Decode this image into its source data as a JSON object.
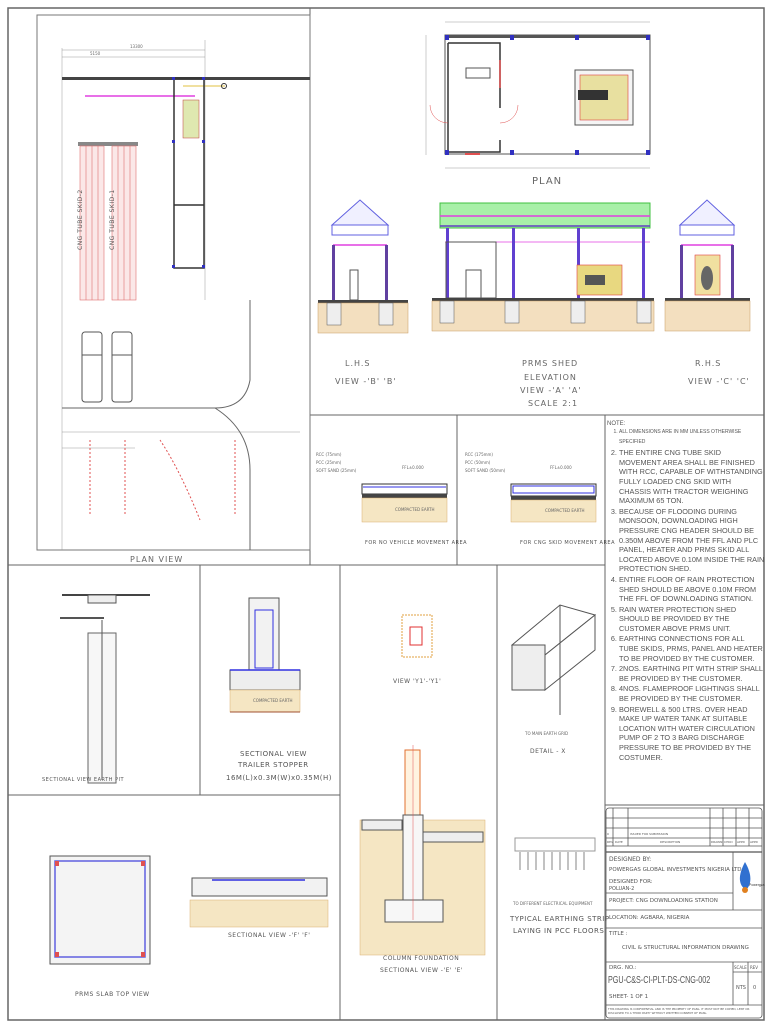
{
  "plan_view": {
    "title": "PLAN VIEW",
    "skid_2": "CNG TUBE SKID-2",
    "skid_1": "CNG TUBE SKID-1"
  },
  "plan": {
    "title": "PLAN"
  },
  "elevations": {
    "lhs_title": "L.H.S",
    "lhs_view": "VIEW -'B' 'B'",
    "prms_title": "PRMS SHED",
    "prms_sub": "ELEVATION",
    "prms_view": "VIEW -'A' 'A'",
    "prms_scale": "SCALE 2:1",
    "rhs_title": "R.H.S",
    "rhs_view": "VIEW -'C' 'C'"
  },
  "floor_sections": {
    "left": {
      "layers": [
        "RCC (75mm)",
        "PCC (25mm)",
        "SOFT SAND (25mm)"
      ],
      "ffl": "FFL±0.000",
      "earth": "COMPACTED EARTH",
      "caption": "FOR NO VEHICLE MOVEMENT AREA"
    },
    "right": {
      "layers": [
        "RCC (175mm)",
        "PCC (50mm)",
        "SOFT SAND (50mm)"
      ],
      "ffl": "FFL±0.000",
      "earth": "COMPACTED EARTH",
      "caption": "FOR CNG SKID MOVEMENT AREA"
    }
  },
  "details": {
    "earth_pit": "SECTIONAL VIEW EARTH PIT",
    "stopper_1": "SECTIONAL VIEW",
    "stopper_2": "TRAILER STOPPER",
    "stopper_3": "16M(L)x0.3M(W)x0.35M(H)",
    "stopper_earth": "COMPACTED EARTH",
    "view_y1": "VIEW 'Y1'-'Y1'",
    "detail_x": "DETAIL - X",
    "main_earth": "TO MAIN EARTH GRID",
    "column_1": "COLUMN FOUNDATION",
    "column_2": "SECTIONAL VIEW -'E' 'E'",
    "strip_note": "TO DIFFERENT ELECTRICAL EQUIPMENT",
    "strip_1": "TYPICAL EARTHING STRIP",
    "strip_2": "LAYING IN PCC FLOORS",
    "slab_top": "PRMS SLAB TOP VIEW",
    "slab_section": "SECTIONAL VIEW -'F' 'F'"
  },
  "notes": {
    "heading": "NOTE:",
    "items": [
      "ALL DIMENSIONS ARE IN MM UNLESS OTHERWISE SPECIFIED",
      "THE ENTIRE CNG TUBE SKID MOVEMENT AREA SHALL BE FINISHED WITH RCC, CAPABLE OF WITHSTANDING FULLY LOADED CNG SKID WITH CHASSIS WITH TRACTOR WEIGHING MAXIMUM 65 TON.",
      "BECAUSE OF FLOODING DURING MONSOON, DOWNLOADING HIGH PRESSURE CNG HEADER SHOULD BE 0.350M ABOVE FROM THE FFL AND PLC PANEL, HEATER AND PRMS SKID ALL LOCATED ABOVE 0.10M INSIDE THE RAIN PROTECTION SHED.",
      "ENTIRE FLOOR OF RAIN PROTECTION SHED SHOULD BE ABOVE 0.10M FROM THE FFL OF DOWNLOADING STATION.",
      "RAIN WATER PROTECTION SHED SHOULD BE PROVIDED BY THE CUSTOMER ABOVE PRMS UNIT.",
      "EARTHING CONNECTIONS FOR ALL TUBE SKIDS, PRMS, PANEL AND HEATER TO BE PROVIDED BY THE CUSTOMER.",
      "2NOS. EARTHING PIT WITH STRIP SHALL BE PROVIDED BY THE CUSTOMER.",
      "4NOS. FLAMEPROOF LIGHTINGS SHALL BE PROVIDED BY THE CUSTOMER.",
      "BOREWELL & 500 Ltrs. OVER HEAD MAKE UP WATER TANK AT SUITABLE LOCATION WITH WATER CIRCULATION PUMP OF 2 TO 3 BARG DISCHARGE PRESSURE TO BE PROVIDED BY THE COSTUMER."
    ]
  },
  "title_block": {
    "revision": {
      "rev": "0",
      "description": "ISSUED FOR SUBMISSION"
    },
    "rev_headers": [
      "REV",
      "DATE",
      "DESCRIPTION",
      "DRAWN",
      "CHKD",
      "APPD",
      "APPD"
    ],
    "designed_by_label": "DESIGNED BY:",
    "designed_by": "POWERGAS GLOBAL INVESTMENTS NIGERIA LTD.",
    "designed_for_label": "DESIGNED FOR:",
    "designed_for": "POLUAN-2",
    "project": "PROJECT: CNG DOWNLOADING STATION",
    "location": "LOCATION: AGBARA, NIGERIA",
    "title_label": "TITLE :",
    "title": "CIVIL & STRUCTURAL INFORMATION DRAWING",
    "drg_label": "DRG. NO.:",
    "drg_no": "PGU-C&S-CI-PLT-DS-CNG-002",
    "sheet": "SHEET- 1 OF 1",
    "scale_label": "SCALE",
    "scale": "NTS",
    "rev_label": "REV",
    "rev": "0",
    "disclaimer": "THIS DRAWING IS CONFIDENTIAL AND IS THE PROPERTY OF PGNL. IT MUST NOT BE COPIED, LENT OR DISCLOSED TO A THIRD PARTY WITHOUT WRITTEN CONSENT OF PGNL.",
    "logo_text": "Powergas"
  },
  "colors": {
    "line": "#555555",
    "dim": "#e05050",
    "column": "#3030c0",
    "roof": "#7cf07c",
    "magenta": "#e040e0",
    "earth": "#f3dfbf",
    "brick": "#d9a066"
  }
}
